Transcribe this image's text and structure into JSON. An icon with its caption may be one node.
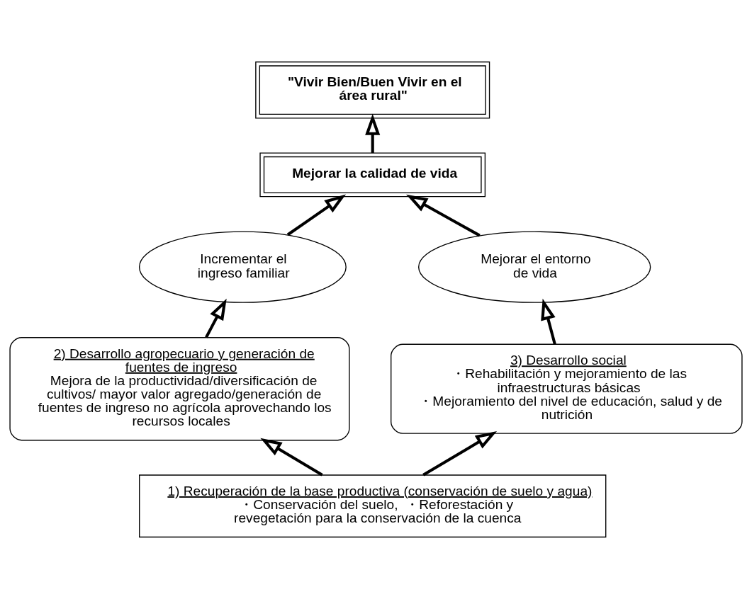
{
  "diagram": {
    "nodes": [
      {
        "text": [
          "\"Vivir Bien/Buen Vivir en el área rural\""
        ]
      },
      {
        "text": [
          "Mejorar la calidad de vida"
        ]
      },
      {
        "text": [
          "Incrementar el ingreso familiar"
        ]
      },
      {
        "text": [
          "Mejorar el entorno de vida"
        ]
      },
      {
        "text": [
          "2) Desarrollo agropecuario y generación de fuentes de ingreso",
          "Mejora de la productividad/diversificación de cultivos/ mayor valor agregado/generación de fuentes de ingreso no agrícola aprovechando los recursos locales"
        ]
      },
      {
        "text": [
          "3) Desarrollo social",
          "・Rehabilitación y mejoramiento de las infraestructuras básicas",
          "・Mejoramiento del nivel de educación, salud y de nutrición"
        ]
      },
      {
        "text": [
          "1) Recuperación de la base productiva (conservación de suelo y agua)",
          "・Conservación del suelo,  ・Reforestación y revegetación para la conservación de la cuenca"
        ]
      }
    ],
    "edges": [
      {
        "from": 1,
        "to": 0,
        "arrow": "to"
      },
      {
        "from": 2,
        "to": 1,
        "arrow": "to"
      },
      {
        "from": 3,
        "to": 1,
        "arrow": "to"
      },
      {
        "from": 4,
        "to": 2,
        "arrow": "to"
      },
      {
        "from": 5,
        "to": 3,
        "arrow": "to"
      },
      {
        "from": 6,
        "to": 4,
        "arrow": "to"
      },
      {
        "from": 6,
        "to": 5,
        "arrow": "to"
      }
    ]
  }
}
